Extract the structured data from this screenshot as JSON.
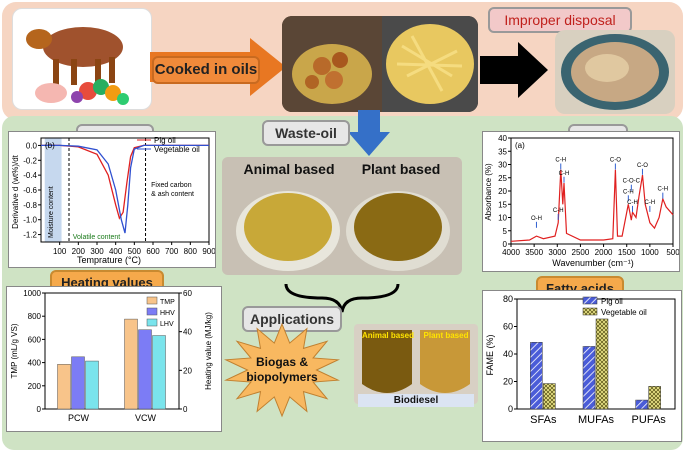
{
  "top": {
    "cooked_label": "Cooked in oils",
    "disposal_label": "Improper disposal"
  },
  "waste_oil_label": "Waste-oil",
  "oil_photo": {
    "left_label": "Animal based",
    "right_label": "Plant based"
  },
  "tga": {
    "title": "TGA/DTG",
    "panel_letter": "(b)",
    "ylabel": "Derivative d (wt%)/dt",
    "xlabel": "Temprature (°C)",
    "legend": [
      "Pig oil",
      "Vegetable oil"
    ],
    "regions": [
      "Moisture content",
      "Volatile content",
      "Fixed carbon & ash content"
    ],
    "chart_data": {
      "type": "line",
      "xlim": [
        0,
        900
      ],
      "ylim": [
        -1.3,
        0.1
      ],
      "xticks": [
        100,
        200,
        300,
        400,
        500,
        600,
        700,
        800,
        900
      ],
      "yticks": [
        0.0,
        -0.2,
        -0.4,
        -0.6,
        -0.8,
        -1.0,
        -1.2
      ],
      "series": [
        {
          "name": "Pig oil",
          "color": "#e02020",
          "x": [
            0,
            100,
            200,
            300,
            360,
            400,
            420,
            440,
            460,
            480,
            500,
            550,
            600,
            900
          ],
          "y": [
            0,
            0,
            -0.02,
            -0.12,
            -0.4,
            -0.8,
            -0.98,
            -0.9,
            -0.5,
            -0.15,
            -0.03,
            0,
            0,
            0
          ]
        },
        {
          "name": "Vegetable oil",
          "color": "#3050d0",
          "x": [
            0,
            100,
            200,
            300,
            360,
            400,
            430,
            450,
            465,
            480,
            500,
            550,
            600,
            900
          ],
          "y": [
            0,
            0,
            -0.01,
            -0.06,
            -0.25,
            -0.6,
            -1.0,
            -1.18,
            -0.8,
            -0.3,
            -0.05,
            0,
            0,
            0
          ]
        }
      ]
    }
  },
  "ftir": {
    "title": "FTIR",
    "panel_letter": "(a)",
    "ylabel": "Absorbance (%)",
    "xlabel": "Wavenumber (cm⁻¹)",
    "peak_labels": [
      "O-H",
      "C-H",
      "C-H",
      "C-H",
      "C-O",
      "C-H",
      "C-O-C",
      "C-H",
      "C-O",
      "C-H",
      "C-H"
    ],
    "chart_data": {
      "type": "line",
      "xlim": [
        4000,
        500
      ],
      "ylim": [
        0,
        40
      ],
      "xticks": [
        4000,
        3500,
        3000,
        2500,
        2000,
        1500,
        1000,
        500
      ],
      "yticks": [
        0,
        5,
        10,
        15,
        20,
        25,
        30,
        35,
        40
      ],
      "series": [
        {
          "name": "",
          "color": "#e02020",
          "x": [
            4000,
            3600,
            3450,
            3300,
            3050,
            2980,
            2925,
            2880,
            2855,
            2800,
            2500,
            2000,
            1800,
            1745,
            1700,
            1600,
            1465,
            1400,
            1375,
            1300,
            1235,
            1160,
            1100,
            1000,
            900,
            800,
            720,
            650,
            550,
            500
          ],
          "y": [
            1,
            1.5,
            3,
            2,
            3,
            8,
            28,
            15,
            23,
            4,
            1.5,
            1.5,
            2,
            28,
            3,
            3,
            15,
            9,
            12,
            10,
            18,
            26,
            15,
            8,
            6,
            10,
            17,
            14,
            12,
            11
          ]
        }
      ]
    }
  },
  "heating": {
    "title": "Heating values",
    "ylabel_left": "TMP (mL/g VS)",
    "ylabel_right": "Heating value (MJ/kg)",
    "legend": [
      "TMP",
      "HHV",
      "LHV"
    ],
    "chart_data": {
      "type": "bar",
      "categories": [
        "PCW",
        "VCW"
      ],
      "ylim_left": [
        0,
        1000
      ],
      "ylim_right": [
        0,
        60
      ],
      "yticks_left": [
        0,
        200,
        400,
        600,
        800,
        1000
      ],
      "yticks_right": [
        0,
        20,
        40,
        60
      ],
      "series": [
        {
          "name": "TMP",
          "axis": "left",
          "color": "#f8c48a",
          "values": [
            385,
            775
          ]
        },
        {
          "name": "HHV",
          "axis": "right",
          "color": "#7c7cf5",
          "values": [
            27,
            41
          ]
        },
        {
          "name": "LHV",
          "axis": "right",
          "color": "#7ae4ec",
          "values": [
            24.8,
            38
          ]
        }
      ]
    }
  },
  "applications": {
    "title": "Applications",
    "starburst_label": [
      "Biogas &",
      "biopolymers"
    ],
    "biodiesel_label": "Biodiesel",
    "animal_tag": "Animal based",
    "plant_tag": "Plant based"
  },
  "fatty": {
    "title": "Fatty acids",
    "ylabel": "FAME (%)",
    "legend": [
      "Pig oil",
      "Vegetable oil"
    ],
    "chart_data": {
      "type": "bar",
      "categories": [
        "SFAs",
        "MUFAs",
        "PUFAs"
      ],
      "ylim": [
        0,
        80
      ],
      "yticks": [
        0,
        20,
        40,
        60,
        80
      ],
      "series": [
        {
          "name": "Pig oil",
          "color": "#4a5cd8",
          "values": [
            48.5,
            45.5,
            6.5
          ]
        },
        {
          "name": "Vegetable oil",
          "color": "#d8d27a",
          "values": [
            18.5,
            65.5,
            16.5
          ]
        }
      ]
    }
  }
}
